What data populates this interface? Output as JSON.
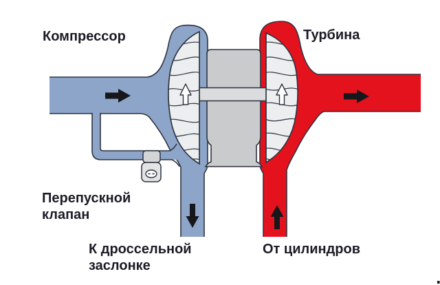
{
  "labels": {
    "compressor": "Компрессор",
    "turbine": "Турбина",
    "bypass_valve": "Перепускной\nклапан",
    "to_throttle": "К дроссельной\nзаслонке",
    "from_cylinders": "От цилиндров"
  },
  "icons": {
    "intake_flow": "right-arrow",
    "exhaust_out_flow": "right-arrow",
    "to_throttle_flow": "down-arrow",
    "from_cylinders_flow": "up-arrow",
    "compressor_spin": "up-arrow-outline",
    "turbine_spin": "up-arrow-outline",
    "valve_screw": "slotted-oval"
  },
  "colors": {
    "intake_blue": "#8CA5C9",
    "exhaust_red": "#E4121D",
    "housing_gray": "#C9CBCD",
    "shaft_gray": "#DADCDE",
    "wheel_gray": "#EDEEEF",
    "valve_gray": "#E2E3E5",
    "clamp_gray": "#D3D5D7",
    "outline_dark": "#2E3440",
    "arrow_black": "#17171B",
    "text_color": "#1B1B26",
    "background": "#FFFFFF"
  }
}
